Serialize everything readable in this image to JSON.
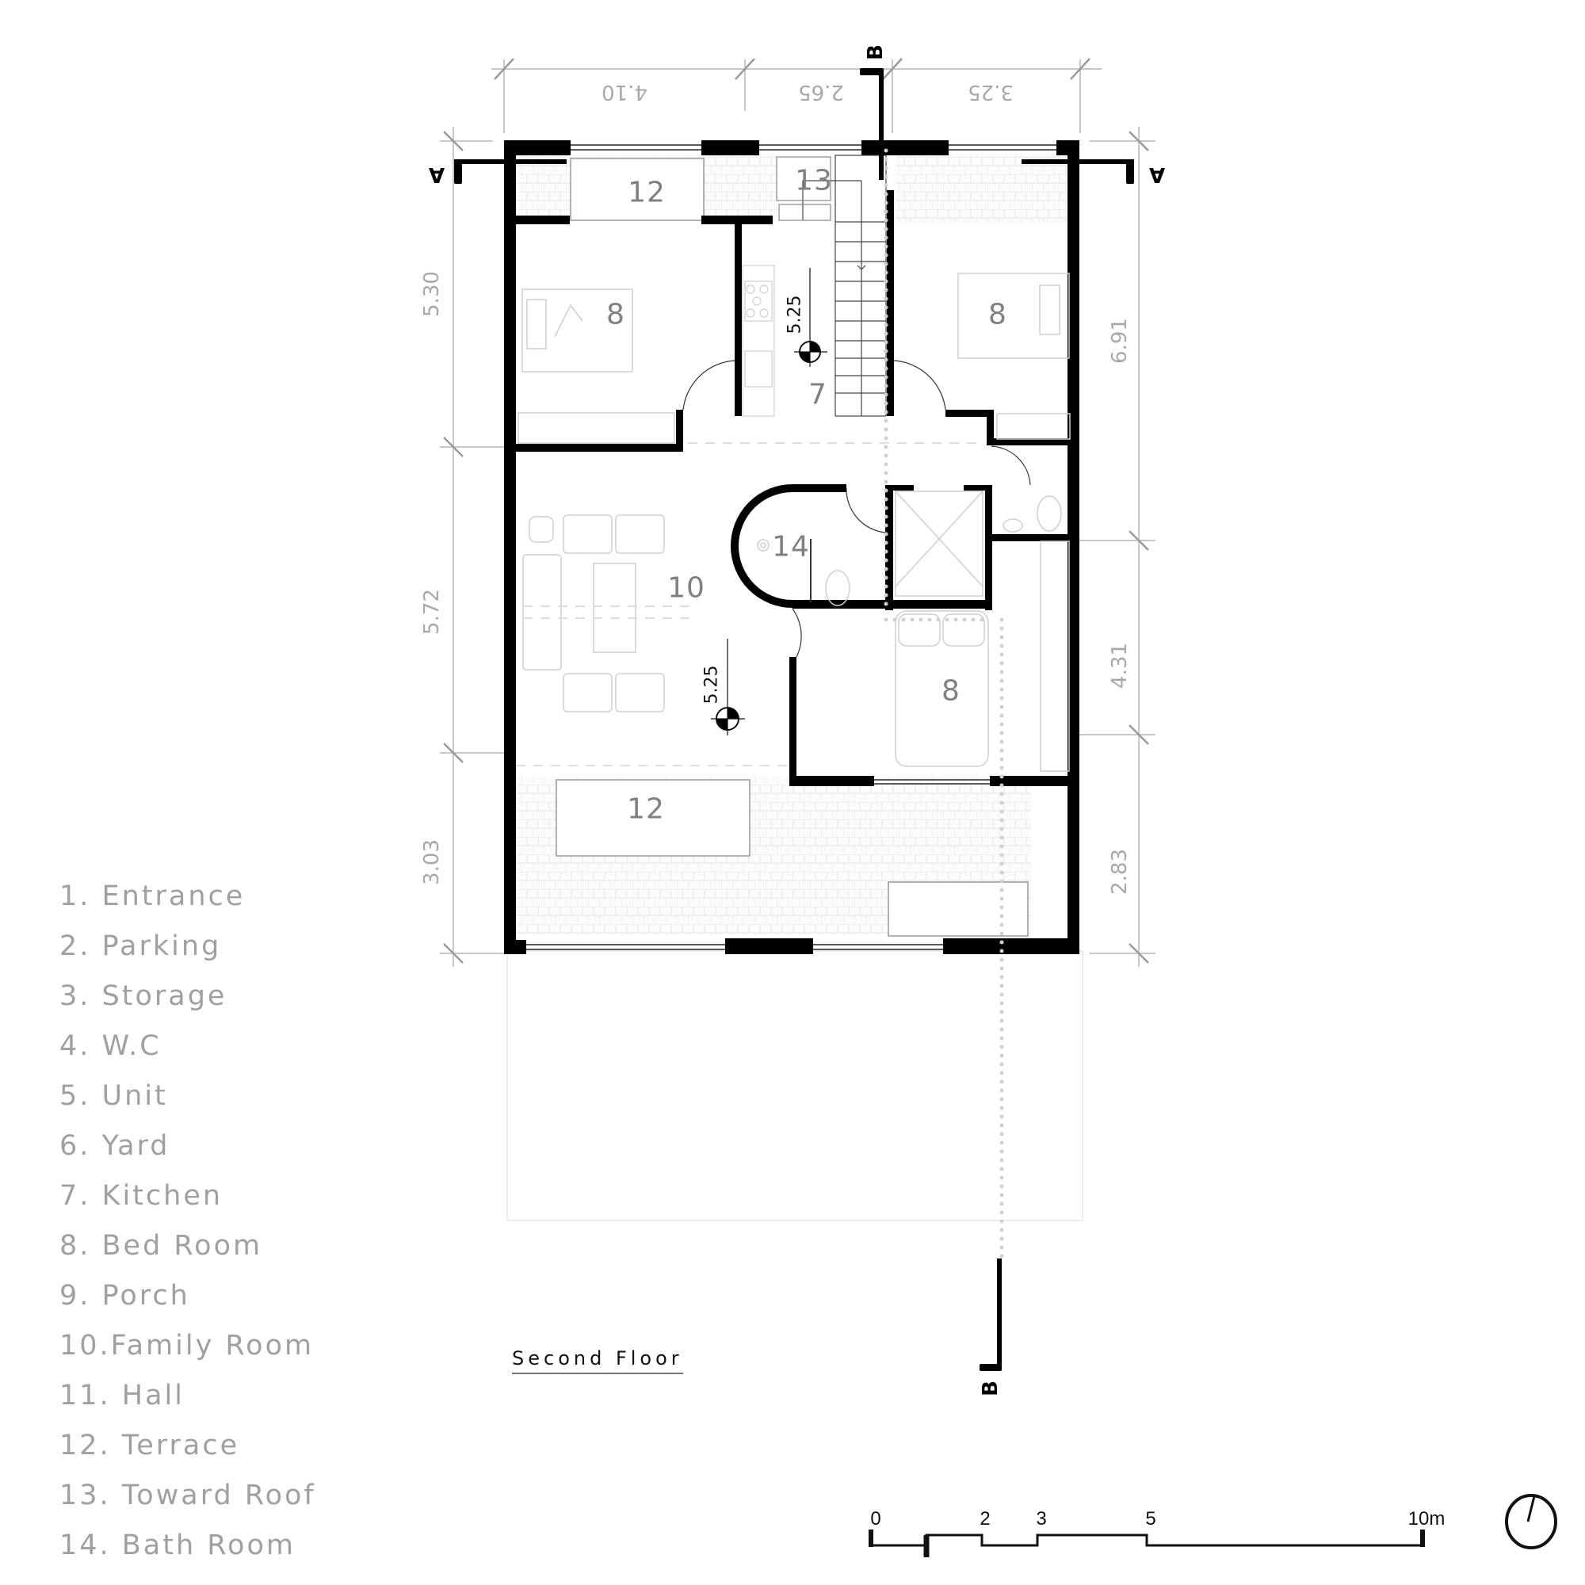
{
  "drawing": {
    "title": "Second Floor",
    "rooms": {
      "terrace_top": "12",
      "toward_roof": "13",
      "bedroom_top_left": "8",
      "bedroom_top_right": "8",
      "kitchen": "7",
      "family_room": "10",
      "bath_room": "14",
      "bedroom_bottom": "8",
      "terrace_bottom": "12"
    },
    "levels": {
      "kitchen": "5.25",
      "family_room": "5.25"
    },
    "section_markers": {
      "a_left": "A",
      "a_right": "A",
      "b_top": "B",
      "b_bottom": "B"
    },
    "dimensions": {
      "top": [
        "4.10",
        "2.65",
        "3.25"
      ],
      "left": [
        "5.30",
        "5.72",
        "3.03"
      ],
      "right": [
        "6.91",
        "4.31",
        "2.83"
      ]
    }
  },
  "legend": {
    "items": [
      "1. Entrance",
      "2. Parking",
      "3. Storage",
      "4. W.C",
      "5. Unit",
      "6. Yard",
      "7. Kitchen",
      "8. Bed Room",
      "9. Porch",
      "10.Family Room",
      "11. Hall",
      "12. Terrace",
      "13. Toward Roof",
      "14. Bath Room"
    ]
  },
  "scale_bar": {
    "labels": [
      "0",
      "2",
      "3",
      "5",
      "10m"
    ]
  },
  "north_arrow": {
    "icon": "north-arrow-icon"
  },
  "colors": {
    "wall": "#000000",
    "dimension": "#a8a8a8",
    "legend_text": "#a0a0a0",
    "furniture": "#cfcfcf"
  }
}
